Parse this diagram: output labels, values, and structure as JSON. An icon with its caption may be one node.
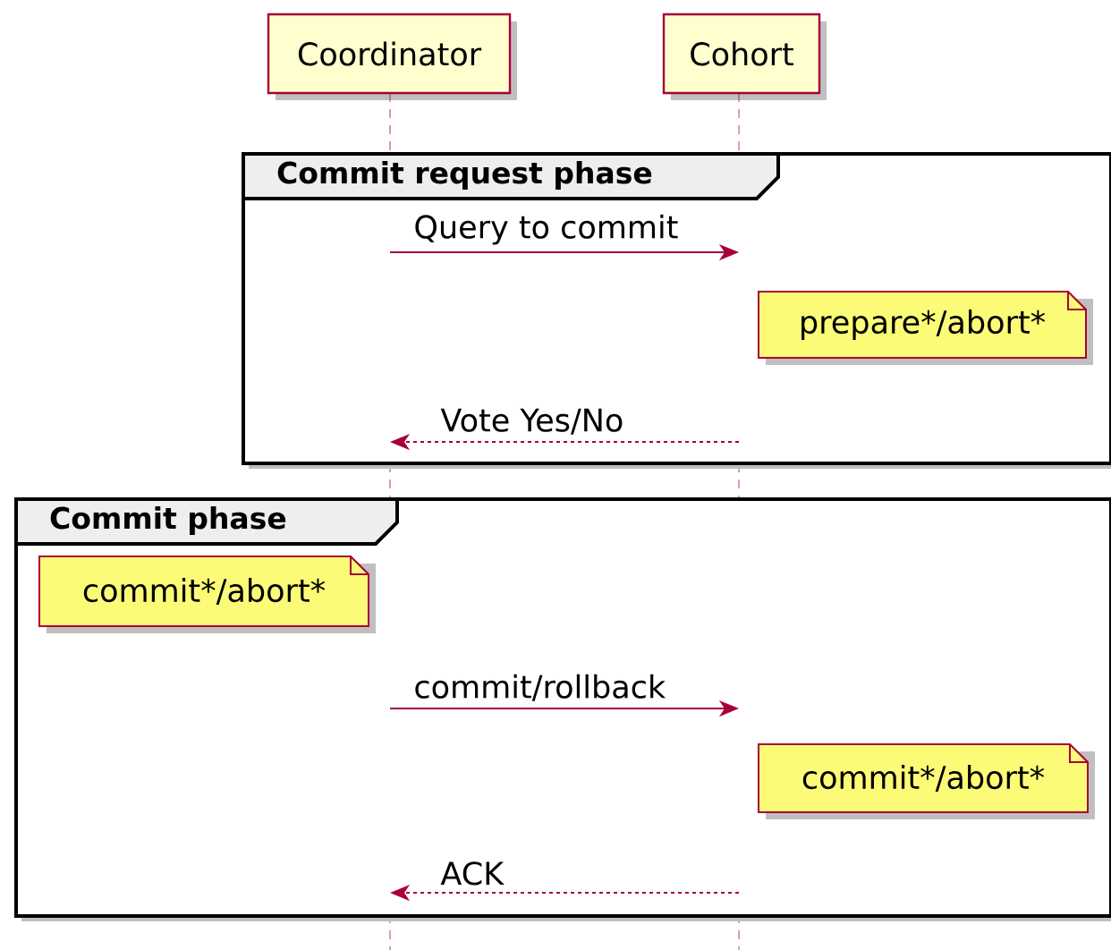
{
  "diagram": {
    "nodes": [
      {
        "text": [
          "Coordinator"
        ]
      },
      {
        "text": [
          "Cohort"
        ]
      },
      {
        "text": [],
        "shape": "line"
      },
      {
        "text": [],
        "shape": "line"
      },
      {
        "text": [
          "Commit request phase"
        ]
      },
      {
        "text": [
          "prepare*/abort*"
        ],
        "in": 4
      },
      {
        "text": [
          "Commit phase"
        ]
      },
      {
        "text": [
          "commit*/abort*"
        ],
        "in": 6
      },
      {
        "text": [
          "commit*/abort*"
        ],
        "in": 6
      }
    ],
    "edges": [
      {
        "from": 2,
        "to": 3,
        "arrow": "to",
        "label": "Query to commit"
      },
      {
        "from": 3,
        "to": 2,
        "arrow": "to",
        "label": "Vote Yes/No",
        "style": "dashed"
      },
      {
        "from": 2,
        "to": 3,
        "arrow": "to",
        "label": "commit/rollback"
      },
      {
        "from": 3,
        "to": 2,
        "arrow": "to",
        "label": "ACK",
        "style": "dashed"
      }
    ]
  }
}
